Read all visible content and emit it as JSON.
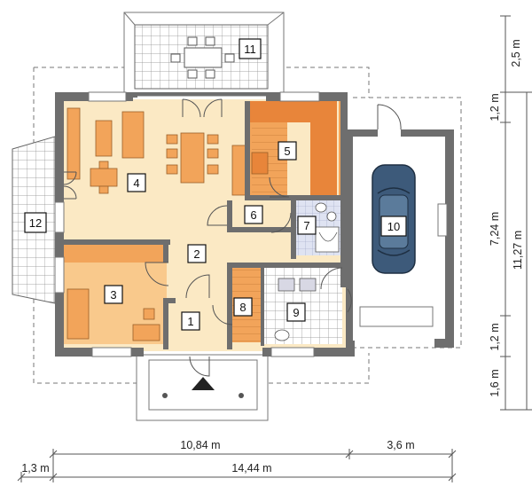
{
  "rooms": [
    {
      "id": "r1",
      "label": "1"
    },
    {
      "id": "r2",
      "label": "2"
    },
    {
      "id": "r3",
      "label": "3"
    },
    {
      "id": "r4",
      "label": "4"
    },
    {
      "id": "r5",
      "label": "5"
    },
    {
      "id": "r6",
      "label": "6"
    },
    {
      "id": "r7",
      "label": "7"
    },
    {
      "id": "r8",
      "label": "8"
    },
    {
      "id": "r9",
      "label": "9"
    },
    {
      "id": "r10",
      "label": "10"
    },
    {
      "id": "r11",
      "label": "11"
    },
    {
      "id": "r12",
      "label": "12"
    }
  ],
  "dimensions": {
    "bottom_main": "10,84 m",
    "bottom_garage": "3,6 m",
    "bottom_left": "1,3 m",
    "bottom_total": "14,44 m",
    "right_top": "2,5 m",
    "right_a": "1,2 m",
    "right_b": "7,24 m",
    "right_c": "1,2 m",
    "right_d": "1,6 m",
    "right_total": "11,27 m"
  },
  "colors": {
    "wall": "#6e6e6e",
    "floor_main": "#fbe9c4",
    "floor_bedroom": "#f9c98c",
    "kitchen_wood": "#f2a45a",
    "kitchen_counter": "#e8853a",
    "tile": "#ffffff",
    "bath_blue": "#c7cde6",
    "car": "#3d5a7a"
  }
}
